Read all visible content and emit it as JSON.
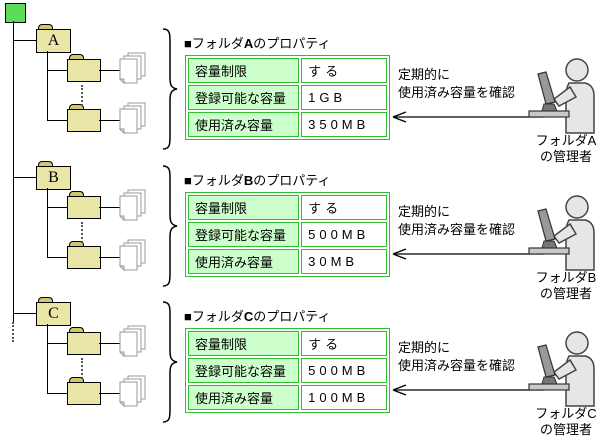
{
  "colors": {
    "table_border": "#2EBE2E",
    "label_cell_bg": "#CCFFCC",
    "folder_body": "#E9E6A8",
    "folder_tab": "#CFC96B",
    "root_node": "#5CDB5C"
  },
  "sections": [
    {
      "letter": "A",
      "title_prefix": "■フォルダ",
      "title_suffix": "のプロパティ",
      "rows": [
        {
          "label": "容量制限",
          "value": "する"
        },
        {
          "label": "登録可能な容量",
          "value": "1GB"
        },
        {
          "label": "使用済み容量",
          "value": "350MB"
        }
      ],
      "note_line1": "定期的に",
      "note_line2": "使用済み容量を確認",
      "admin_line1": "フォルダA",
      "admin_line2": "の管理者"
    },
    {
      "letter": "B",
      "title_prefix": "■フォルダ",
      "title_suffix": "のプロパティ",
      "rows": [
        {
          "label": "容量制限",
          "value": "する"
        },
        {
          "label": "登録可能な容量",
          "value": "500MB"
        },
        {
          "label": "使用済み容量",
          "value": "30MB"
        }
      ],
      "note_line1": "定期的に",
      "note_line2": "使用済み容量を確認",
      "admin_line1": "フォルダB",
      "admin_line2": "の管理者"
    },
    {
      "letter": "C",
      "title_prefix": "■フォルダ",
      "title_suffix": "のプロパティ",
      "rows": [
        {
          "label": "容量制限",
          "value": "する"
        },
        {
          "label": "登録可能な容量",
          "value": "500MB"
        },
        {
          "label": "使用済み容量",
          "value": "100MB"
        }
      ],
      "note_line1": "定期的に",
      "note_line2": "使用済み容量を確認",
      "admin_line1": "フォルダC",
      "admin_line2": "の管理者"
    }
  ]
}
